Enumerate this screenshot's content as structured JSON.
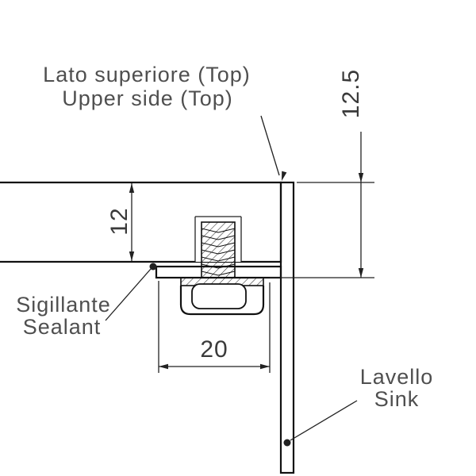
{
  "labels": {
    "top": {
      "line1": "Lato superiore (Top)",
      "line2": "Upper side (Top)"
    },
    "sealant": {
      "line1": "Sigillante",
      "line2": "Sealant"
    },
    "sink": {
      "line1": "Lavello",
      "line2": "Sink"
    }
  },
  "dimensions": {
    "rim_depth": "12.5",
    "top_thickness": "12",
    "flange_width": "20"
  },
  "colors": {
    "background": "#ffffff",
    "drawing_line": "#111111",
    "dimension_line": "#222222",
    "label_text": "#4f4f4f"
  }
}
